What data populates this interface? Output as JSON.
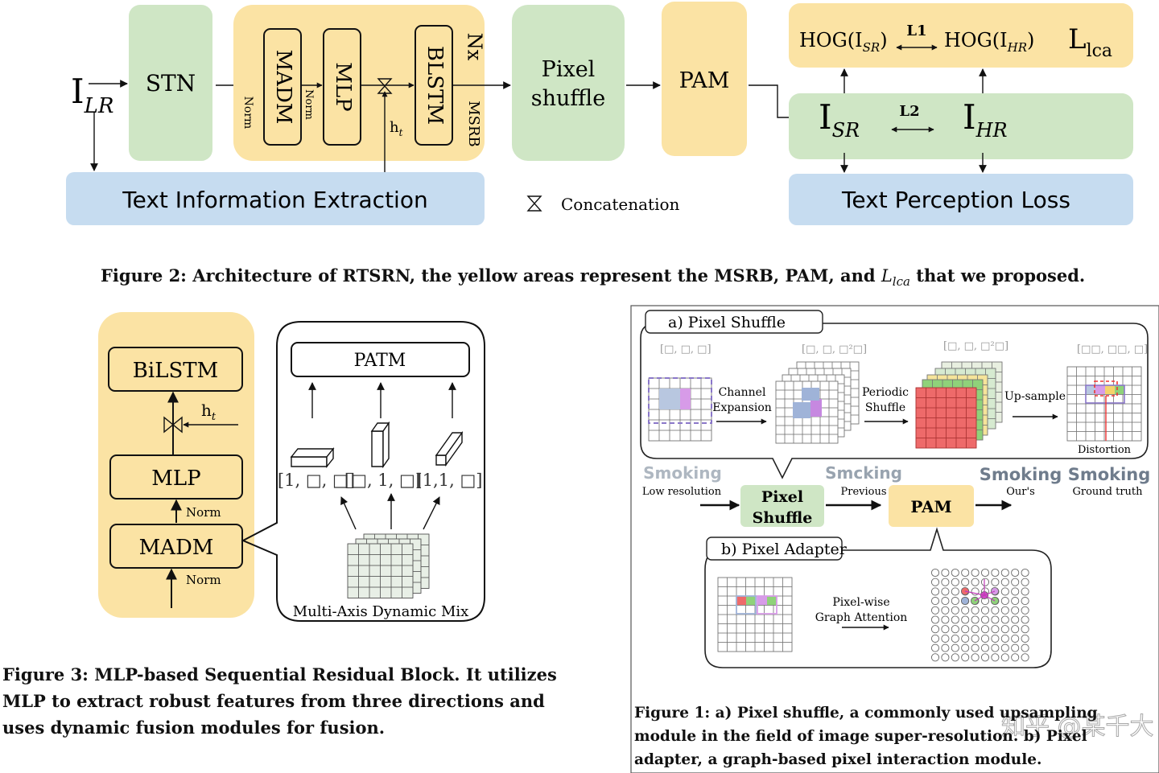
{
  "fig2": {
    "input_label_main": "I",
    "input_label_sub": "LR",
    "stn": "STN",
    "norm1": "Norm",
    "norm2": "Norm",
    "madm": "MADM",
    "mlp": "MLP",
    "blstm": "BLSTM",
    "ht_main": "h",
    "ht_sub": "t",
    "nx": "Nx",
    "msrb": "MSRB",
    "pixel_shuffle_line1": "Pixel",
    "pixel_shuffle_line2": "shuffle",
    "pam": "PAM",
    "text_info": "Text Information Extraction",
    "concat_label": "Concatenation",
    "hog_sr_main": "HOG(I",
    "hog_sr_sub": "SR",
    "hog_sr_close": ")",
    "l1": "L1",
    "hog_hr_main": "HOG(I",
    "hog_hr_sub": "HR",
    "hog_hr_close": ")",
    "lca_main": "L",
    "lca_sub": "lca",
    "isr_main": "I",
    "isr_sub": "SR",
    "l2": "L2",
    "ihr_main": "I",
    "ihr_sub": "HR",
    "text_perception": "Text Perception Loss"
  },
  "caption2": {
    "prefix": "Figure 2: Architecture of RTSRN, the yellow areas represent the MSRB, PAM, and",
    "symbol_main": "L",
    "symbol_sub": "lca",
    "suffix": "that we proposed."
  },
  "fig3": {
    "bilstm": "BiLSTM",
    "ht_main": "h",
    "ht_sub": "t",
    "mlp": "MLP",
    "norm1": "Norm",
    "madm": "MADM",
    "norm2": "Norm",
    "patm": "PATM",
    "dims": [
      "[1, □, □]",
      "[□, 1, □]",
      "[1,1, □]"
    ],
    "mix_label": "Multi-Axis Dynamic Mix"
  },
  "caption3": {
    "text": "Figure 3: MLP-based Sequential Residual Block. It utilizes MLP to extract robust features from three directions and uses dynamic fusion modules for fusion."
  },
  "fig1": {
    "panel_a": "a) Pixel Shuffle",
    "dim1": "[□, □, □]",
    "dim2": "[□, □, □²□]",
    "dim3": "[□, □, □²□]",
    "dim4": "[□□, □□, □]",
    "channel_line1": "Channel",
    "channel_line2": "Expansion",
    "periodic_line1": "Periodic",
    "periodic_line2": "Shuffle",
    "upsample": "Up-sample",
    "distortion": "Distortion",
    "word_low": "Smoking",
    "word_prev": "Smcking",
    "word_ours": "Smoking",
    "word_gt": "Smoking",
    "label_low": "Low resolution",
    "label_prev": "Previous",
    "label_ours": "Our's",
    "label_gt": "Ground truth",
    "ps_line1": "Pixel",
    "ps_line2": "Shuffle",
    "pam": "PAM",
    "panel_b": "b) Pixel Adapter",
    "gat_line1": "Pixel-wise",
    "gat_line2": "Graph Attention"
  },
  "caption1": {
    "text": "Figure 1: a) Pixel shuffle, a commonly used upsampling module in the field of image super-resolution. b) Pixel adapter, a graph-based pixel interaction module."
  },
  "watermark": "知乎 @某千大"
}
